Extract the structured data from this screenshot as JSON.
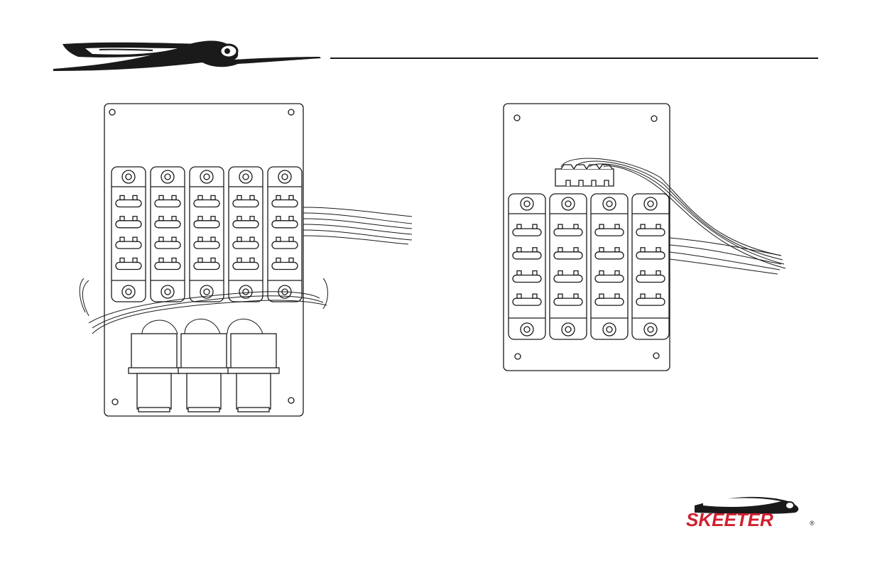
{
  "header": {
    "logo_icon": "mosquito-logo-icon",
    "rule": true
  },
  "diagrams": [
    {
      "name": "fuse-panel-left",
      "fuse_blocks": 5,
      "relays": 3
    },
    {
      "name": "fuse-panel-right",
      "fuse_blocks": 4,
      "connector_pins": 4
    }
  ],
  "footer": {
    "brand": "SKEETER",
    "registered": "®",
    "brand_color": "#d0202f"
  },
  "colors": {
    "ink": "#1a1a1a",
    "paper": "#ffffff"
  }
}
